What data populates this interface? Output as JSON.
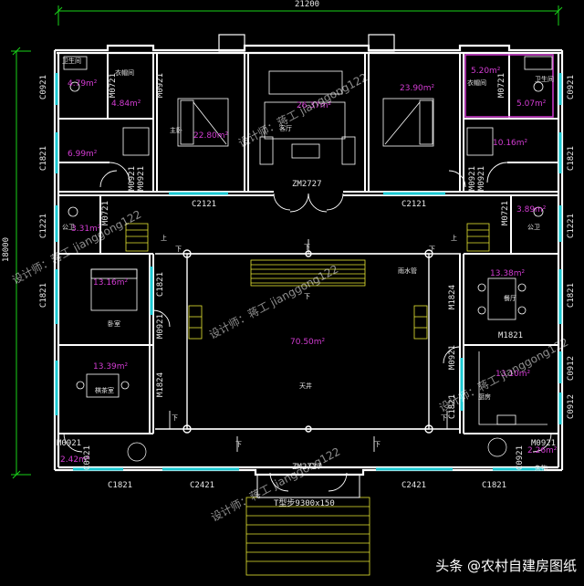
{
  "dimensions": {
    "overall_width": "21200",
    "overall_depth": "18000"
  },
  "colors": {
    "wall": "#ffffff",
    "window": "#19c8d2",
    "area_text": "#d23cd2",
    "dim_line": "#19d219",
    "stair": "#e6e632"
  },
  "rooms": {
    "nw_bath_area": "4.79m²",
    "nw_closet_area": "4.84m²",
    "nw_room_area": "6.99m²",
    "master_left_area": "22.80m²",
    "living_area": "26.37m²",
    "master_right_area": "23.90m²",
    "ne_bath_area": "5.20m²",
    "ne_closet_area": "5.07m²",
    "ne_room_area": "10.16m²",
    "west_wc_area": "3.31m²",
    "west_bedroom_area": "13.16m²",
    "tea_room_area": "13.39m²",
    "sw_small_area": "2.42m²",
    "courtyard_area": "70.50m²",
    "east_wc_area": "3.89m²",
    "dining_area": "13.38m²",
    "kitchen_area": "13.10m²",
    "se_small_area": "2.26m²",
    "nw_bath_label": "卫生间",
    "nw_closet_label": "衣帽间",
    "master_left_label": "主卧",
    "living_label": "客厅",
    "ne_bath_label": "卫生间",
    "ne_closet_label": "衣帽间",
    "west_wc_label": "公卫",
    "west_bedroom_label": "卧室",
    "tea_label": "棋茶室",
    "courtyard_label": "天井",
    "east_wc_label": "公卫",
    "dining_label": "餐厅",
    "kitchen_label": "厨房",
    "se_label": "杂物"
  },
  "openings": {
    "c0921_left": "C0921",
    "c1821_left_a": "C1821",
    "c1221_left": "C1221",
    "m0721_a": "M0721",
    "m0921_a": "M0921",
    "m0921_b": "M0921",
    "m0921_c": "M0921",
    "c2121_left": "C2121",
    "zm2727_top": "ZM2727",
    "c2121_right": "C2121",
    "m0921_d": "M0921",
    "m0921_e": "M0921",
    "m0721_b": "M0721",
    "c0921_right": "C0921",
    "c1821_right_a": "C1821",
    "m0721_c": "M0721",
    "m0721_d": "M0721",
    "c1221_right": "C1221",
    "c1821_courtyard_w": "C1821",
    "m0921_f": "M0921",
    "m1824_w": "M1824",
    "m1824_e": "M1824",
    "m1821_e": "M1821",
    "m0921_g": "M0921",
    "c1821_courtyard_e": "C1821",
    "c0912_a": "C0912",
    "c0912_b": "C0912",
    "m0921_sw": "M0921",
    "c0921_sw": "C0921",
    "m0921_se": "M0921",
    "c0921_se": "C0921",
    "c1821_bottom_l": "C1821",
    "c2421_bottom_l": "C2421",
    "zm2727_bottom": "ZM2727",
    "c2421_bottom_r": "C2421",
    "c1821_bottom_r": "C1821",
    "c1821_right_b": "C1821",
    "c1821_left_b": "C1821"
  },
  "annotations": {
    "down_marker": "下",
    "up_marker": "上",
    "step_note": "T型步9300x150",
    "drain_note": "雨水管"
  },
  "watermarks": {
    "designer_text": "设计师：蒋工 jianggong122"
  },
  "brand": {
    "text": "头条 @农村自建房图纸"
  }
}
